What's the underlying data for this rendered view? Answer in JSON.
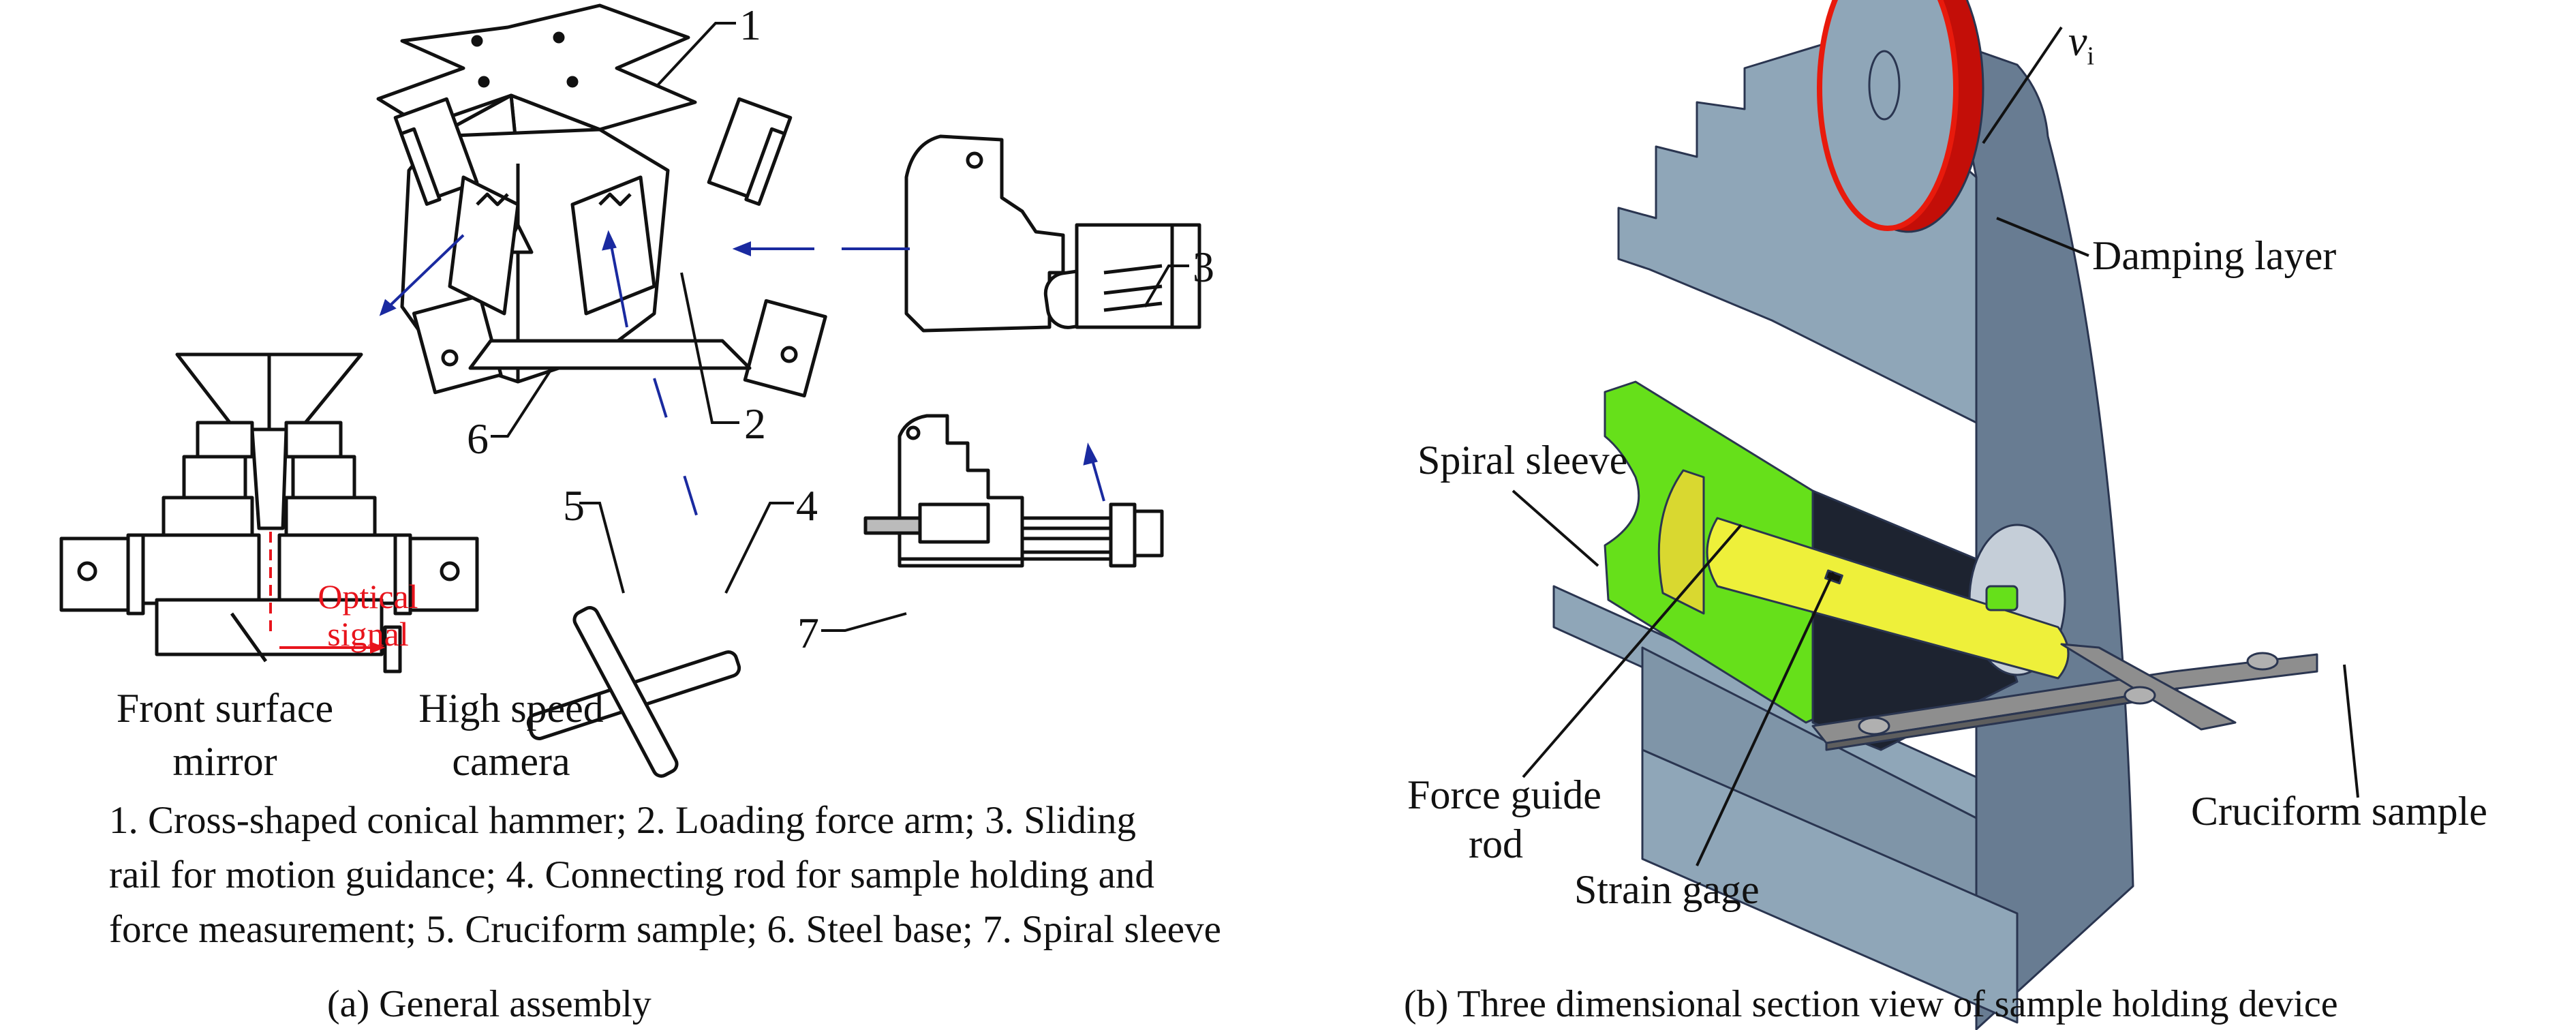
{
  "figure": {
    "panel_a": {
      "part_numbers": [
        "1",
        "2",
        "3",
        "4",
        "5",
        "6",
        "7"
      ],
      "optical_signal": [
        "Optical",
        "signal"
      ],
      "mirror_label": [
        "Front surface",
        "mirror"
      ],
      "camera_label": [
        "High speed",
        "camera"
      ],
      "legend_lines": [
        "1. Cross-shaped conical hammer; 2. Loading force arm; 3. Sliding",
        "rail for motion guidance; 4. Connecting rod for sample holding and",
        "force measurement; 5. Cruciform sample; 6. Steel base; 7. Spiral sleeve"
      ],
      "caption": "(a) General assembly"
    },
    "panel_b": {
      "velocity_symbol": "v",
      "velocity_subscript": "i",
      "damping_layer": "Damping layer",
      "spiral_sleeve": "Spiral sleeve",
      "force_guide_rod": [
        "Force guide",
        "rod"
      ],
      "strain_gage": "Strain gage",
      "cruciform_sample": "Cruciform sample",
      "caption": "(b) Three dimensional section view of sample holding device"
    }
  },
  "colors": {
    "line": "#111111",
    "flow_arrow": "#1a2aa0",
    "optical_signal": "#e8141c",
    "block_light": "#8fa6b8",
    "block_dark": "#687c92",
    "disc_rim": "#e81a0c",
    "sleeve_green": "#66e01a",
    "rod_yellow": "#eef03a",
    "sample_gray": "#8e8e8e"
  }
}
